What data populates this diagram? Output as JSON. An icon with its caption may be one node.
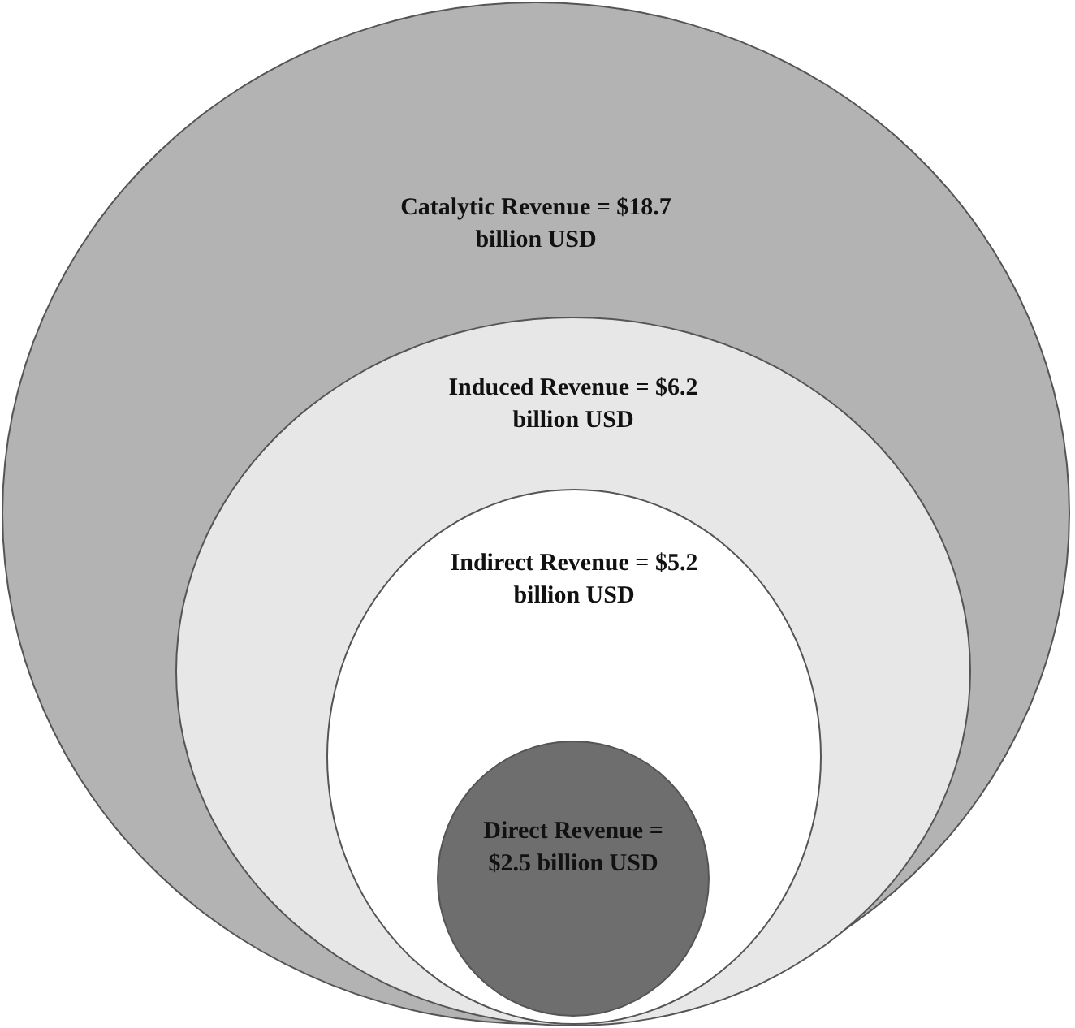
{
  "diagram": {
    "nodes": [
      {
        "text": [
          "Catalytic Revenue = $18.7 billion USD"
        ]
      },
      {
        "text": [
          "Induced Revenue = $6.2 billion USD"
        ],
        "in": 0
      },
      {
        "text": [
          "Indirect Revenue = $5.2 billion USD"
        ],
        "in": 1
      },
      {
        "text": [
          "Direct Revenue = $2.5 billion USD"
        ],
        "in": 2
      }
    ]
  }
}
